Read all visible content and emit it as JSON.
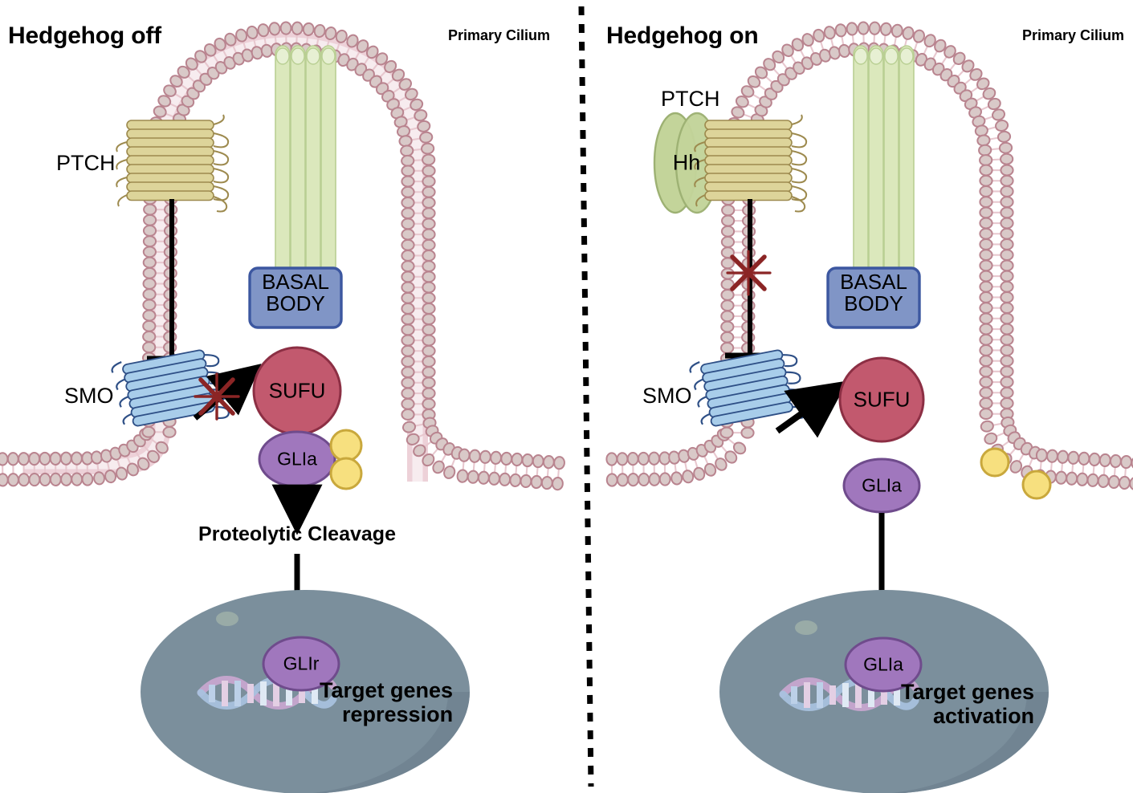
{
  "diagram": {
    "title": "Hedgehog signaling pathway in the primary cilium",
    "type": "biological-pathway-diagram",
    "panel_count": 2,
    "divider": "vertical-dashed-line"
  },
  "colors": {
    "membrane_head_fill": "#d9c9c8",
    "membrane_head_stroke": "#b9848f",
    "membrane_tail": "#e8c8cf",
    "ptch_fill": "#ddd49a",
    "ptch_stroke": "#9d8a4e",
    "smo_fill": "#a8cdea",
    "smo_stroke": "#2e4f86",
    "sufu_fill": "#c2596e",
    "sufu_stroke": "#8c2f44",
    "glia_fill": "#a077bd",
    "glia_stroke": "#6f4b8c",
    "phospho_fill": "#f7e07f",
    "phospho_stroke": "#c9a83c",
    "axoneme_fill": "#dbe8bc",
    "axoneme_stroke": "#b9cf93",
    "basal_body_fill": "#8095c6",
    "basal_body_stroke": "#3c57a0",
    "nucleus_fill": "#7b8f9c",
    "nucleus_shadow": "#6d808f",
    "hh_fill": "#c3d49a",
    "hh_stroke": "#9db173",
    "red_x": "#8b2525",
    "black": "#000000",
    "dna_pink": "#d9b8d4",
    "dna_blue": "#a8c2e0"
  },
  "left_panel": {
    "title": "Hedgehog off",
    "cilium_label": "Primary Cilium",
    "ptch_label": "PTCH",
    "smo_label": "SMO",
    "basal_body_label_line1": "BASAL",
    "basal_body_label_line2": "BODY",
    "sufu_label": "SUFU",
    "glia_label": "GLIa",
    "cleavage_label": "Proteolytic Cleavage",
    "nucleus_protein_label": "GLIr",
    "target_line1": "Target genes",
    "target_line2": "repression",
    "phospho_count": 2,
    "smo_to_sufu_blocked": true,
    "ptch_inhibits_smo": true
  },
  "right_panel": {
    "title": "Hedgehog on",
    "cilium_label": "Primary Cilium",
    "ptch_label": "PTCH",
    "hh_label": "Hh",
    "smo_label": "SMO",
    "basal_body_label_line1": "BASAL",
    "basal_body_label_line2": "BODY",
    "sufu_label": "SUFU",
    "glia_label": "GLIa",
    "nucleus_protein_label": "GLIa",
    "target_line1": "Target genes",
    "target_line2": "activation",
    "phospho_count": 2,
    "smo_to_sufu_blocked": false,
    "ptch_inhibits_smo": true,
    "inhibition_blocked": true
  }
}
